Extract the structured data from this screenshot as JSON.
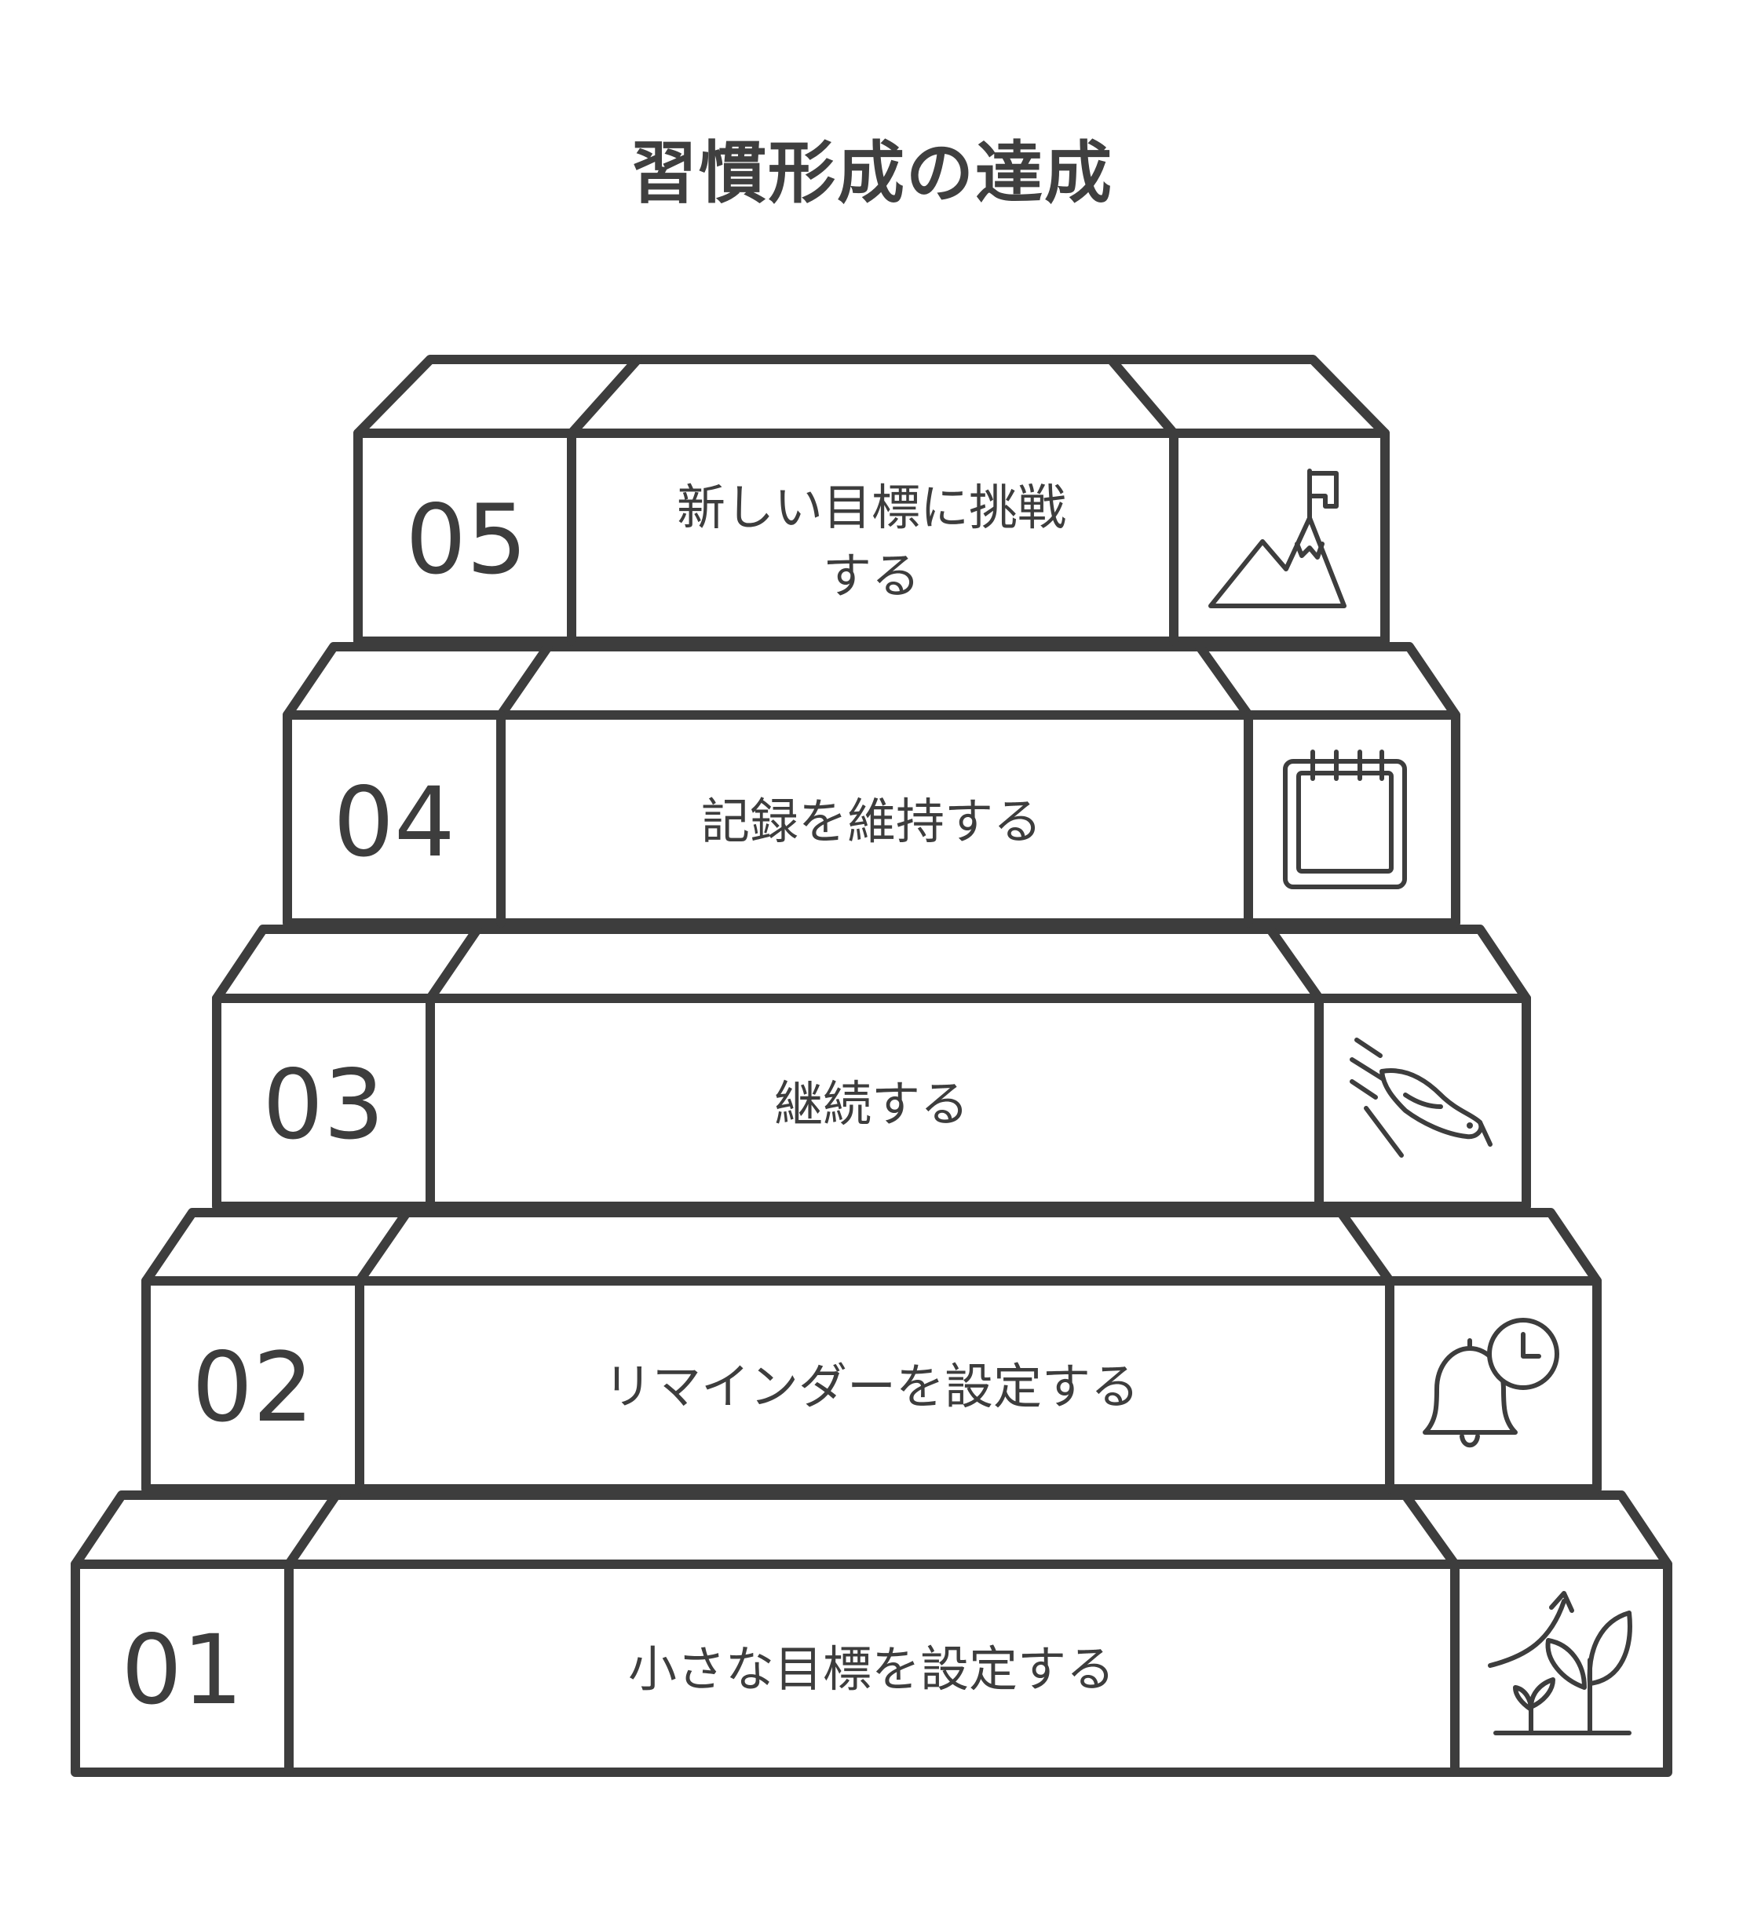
{
  "title": "習慣形成の達成",
  "steps": [
    {
      "number": "01",
      "label": "小さな目標を設定する",
      "icon": "sprout-growth-icon"
    },
    {
      "number": "02",
      "label": "リマインダーを設定する",
      "icon": "bell-clock-icon"
    },
    {
      "number": "03",
      "label": "継続する",
      "icon": "sliding-bird-icon"
    },
    {
      "number": "04",
      "label": "記録を維持する",
      "icon": "calendar-icon"
    },
    {
      "number": "05",
      "label": "新しい目標に挑戦する",
      "icon": "mountain-flag-icon"
    }
  ],
  "colors": {
    "stroke": "#3d3d3d",
    "background": "#ffffff"
  }
}
